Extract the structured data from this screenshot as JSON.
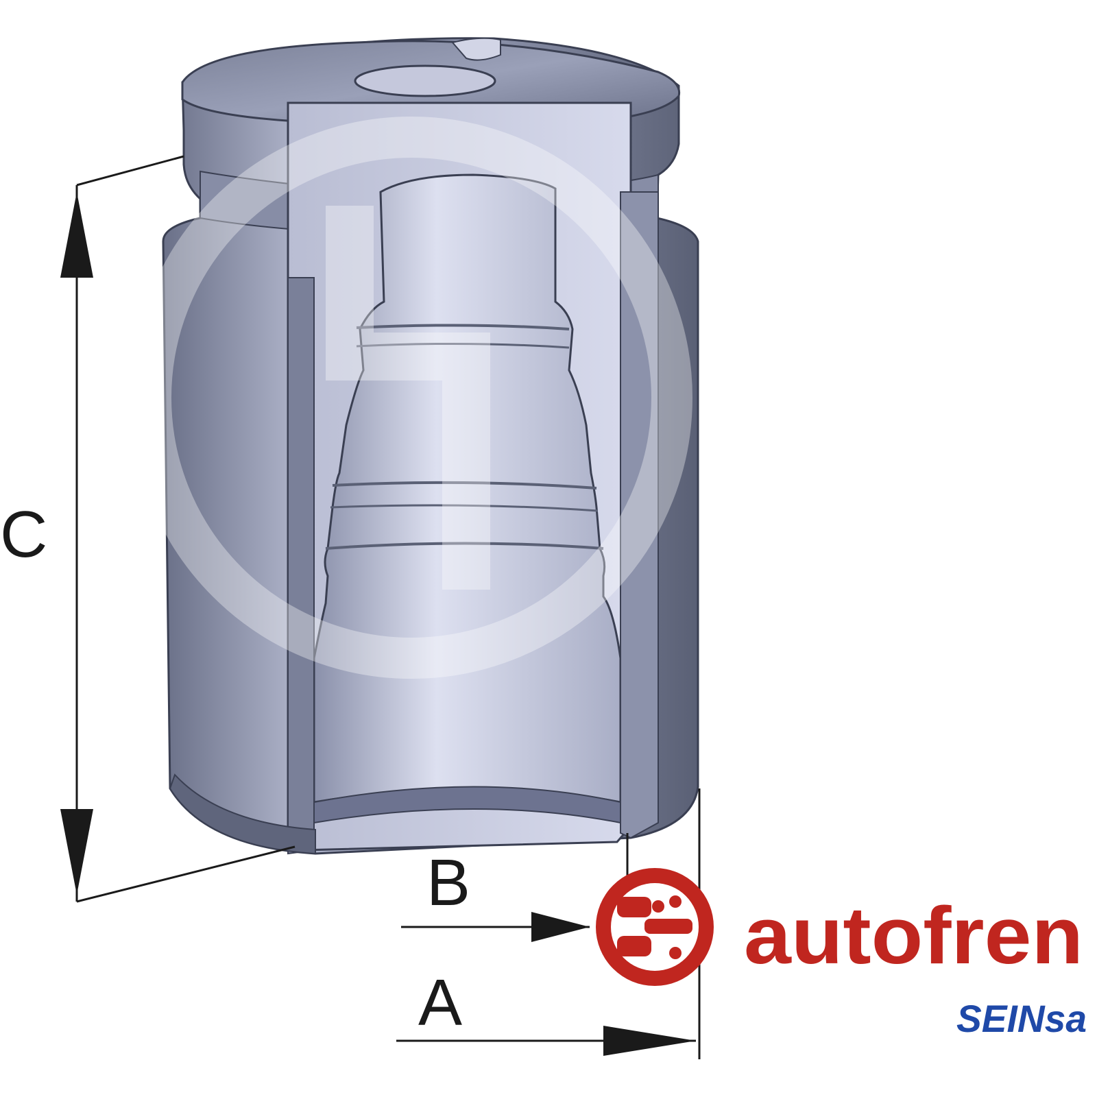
{
  "diagram": {
    "dimensions": [
      {
        "id": "A",
        "label": "A"
      },
      {
        "id": "B",
        "label": "B"
      },
      {
        "id": "C",
        "label": "C"
      }
    ]
  },
  "brand": {
    "name": "autofren",
    "sub": "SEINsa"
  },
  "colors": {
    "body_dark": "#5a6075",
    "body_mid": "#9aa0b8",
    "body_light": "#e4e6f4",
    "brand_red": "#c0261f",
    "brand_blue": "#1f49a8",
    "line": "#1a1a1a"
  }
}
